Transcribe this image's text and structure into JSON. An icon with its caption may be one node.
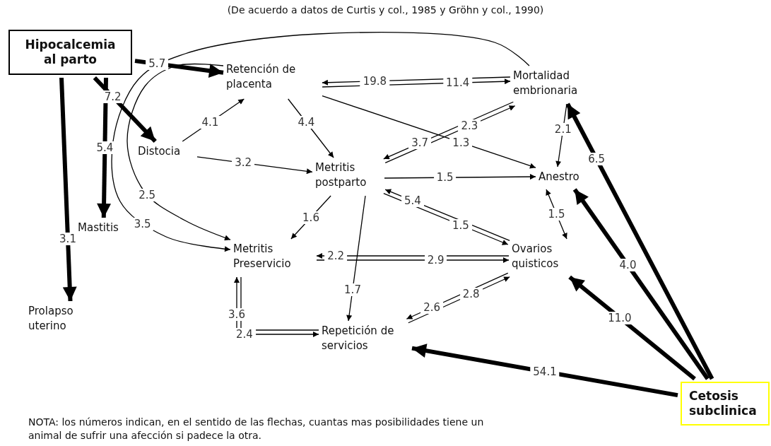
{
  "diagram": {
    "title": "(De acuerdo a datos de Curtis y col., 1985 y Gröhn y col., 1990)",
    "caption": "NOTA: los números indican, en el sentido de las flechas, cuantas mas posibilidades tiene un animal de sufrir una afección si padece la otra.",
    "nodes": [
      {
        "text": [
          "Hipocalcemia al parto"
        ]
      },
      {
        "text": [
          "Retención de placenta"
        ]
      },
      {
        "text": [
          "Mortalidad embrionaria"
        ]
      },
      {
        "text": [
          "Distocia"
        ]
      },
      {
        "text": [
          "Metritis postparto"
        ]
      },
      {
        "text": [
          "Anestro"
        ]
      },
      {
        "text": [
          "Mastitis"
        ]
      },
      {
        "text": [
          "Metritis Preservicio"
        ]
      },
      {
        "text": [
          "Ovarios quisticos"
        ]
      },
      {
        "text": [
          "Prolapso uterino"
        ]
      },
      {
        "text": [
          "Repetición de servicios"
        ]
      },
      {
        "text": [
          "Cetosis subclinica"
        ]
      }
    ],
    "edges": [
      {
        "from": 0,
        "to": 1,
        "arrow": "to",
        "label": "5.7",
        "style": "thick"
      },
      {
        "from": 0,
        "to": 3,
        "arrow": "to",
        "label": "7.2",
        "style": "thick"
      },
      {
        "from": 0,
        "to": 6,
        "arrow": "to",
        "label": "5.4",
        "style": "thick"
      },
      {
        "from": 0,
        "to": 9,
        "arrow": "to",
        "label": "3.1",
        "style": "thick"
      },
      {
        "from": 3,
        "to": 1,
        "arrow": "to",
        "label": "4.1"
      },
      {
        "from": 1,
        "to": 4,
        "arrow": "to",
        "label": "4.4"
      },
      {
        "from": 3,
        "to": 4,
        "arrow": "to",
        "label": "3.2"
      },
      {
        "from": 1,
        "to": 7,
        "arrow": "to",
        "label": "2.5"
      },
      {
        "from": 2,
        "to": 7,
        "arrow": "to",
        "label": "3.5"
      },
      {
        "from": 2,
        "to": 1,
        "arrow": "to",
        "label": "19.8"
      },
      {
        "from": 1,
        "to": 2,
        "arrow": "to",
        "label": "11.4"
      },
      {
        "from": 2,
        "to": 4,
        "arrow": "to",
        "label": "3.7"
      },
      {
        "from": 4,
        "to": 2,
        "arrow": "to",
        "label": "2.3"
      },
      {
        "from": 1,
        "to": 5,
        "arrow": "to",
        "label": "1.3"
      },
      {
        "from": 2,
        "to": 5,
        "arrow": "to",
        "label": "2.1"
      },
      {
        "from": 4,
        "to": 5,
        "arrow": "to",
        "label": "1.5"
      },
      {
        "from": 4,
        "to": 7,
        "arrow": "to",
        "label": "1.6"
      },
      {
        "from": 8,
        "to": 4,
        "arrow": "to",
        "label": "5.4"
      },
      {
        "from": 4,
        "to": 8,
        "arrow": "to",
        "label": "1.5"
      },
      {
        "from": 8,
        "to": 5,
        "arrow": "both",
        "label": "1.5"
      },
      {
        "from": 8,
        "to": 7,
        "arrow": "to",
        "label": "2.2"
      },
      {
        "from": 7,
        "to": 8,
        "arrow": "to",
        "label": "2.9"
      },
      {
        "from": 4,
        "to": 10,
        "arrow": "to",
        "label": "1.7"
      },
      {
        "from": 10,
        "to": 7,
        "arrow": "to",
        "label": "3.6"
      },
      {
        "from": 7,
        "to": 10,
        "arrow": "to",
        "label": "2.4"
      },
      {
        "from": 8,
        "to": 10,
        "arrow": "to",
        "label": "2.6"
      },
      {
        "from": 10,
        "to": 8,
        "arrow": "to",
        "label": "2.8"
      },
      {
        "from": 11,
        "to": 2,
        "arrow": "to",
        "label": "6.5",
        "style": "thick"
      },
      {
        "from": 11,
        "to": 5,
        "arrow": "to",
        "label": "4.0",
        "style": "thick"
      },
      {
        "from": 11,
        "to": 8,
        "arrow": "to",
        "label": "11.0",
        "style": "thick"
      },
      {
        "from": 11,
        "to": 10,
        "arrow": "to",
        "label": "54.1",
        "style": "thick"
      }
    ]
  }
}
